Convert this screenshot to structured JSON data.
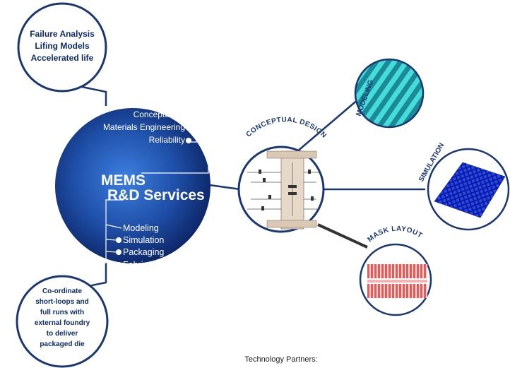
{
  "top_bubble": {
    "lines": [
      "Failure Analysis",
      "Lifing Models",
      "Accelerated life"
    ]
  },
  "bottom_bubble": {
    "lines": [
      "Co-ordinate",
      "short-loops and",
      "full runs with",
      "external foundry",
      "to deliver",
      "packaged die"
    ]
  },
  "main_circle": {
    "title_line1": "MEMS",
    "title_line2": "R&D Services",
    "upper_items": [
      "Conceptual Design",
      "Materials Engineering",
      "Reliability"
    ],
    "lower_items": [
      "Modeling",
      "Simulation",
      "Packaging",
      "Fabrication"
    ]
  },
  "design_hub": {
    "label": "CONCEPTUAL DESIGN"
  },
  "satellites": [
    {
      "label": "MODELING"
    },
    {
      "label": "SIMULATION"
    },
    {
      "label": "MASK LAYOUT"
    }
  ],
  "footer": {
    "text": "Technology Partners:"
  },
  "colors": {
    "navy": "#1a3673",
    "circle_center": "#2e6ad0",
    "circle_edge": "#0c2461",
    "modeling_teal": "#3fd6d6",
    "simulation_blue": "#1c2fd8",
    "mask_red": "#e86a6a"
  }
}
